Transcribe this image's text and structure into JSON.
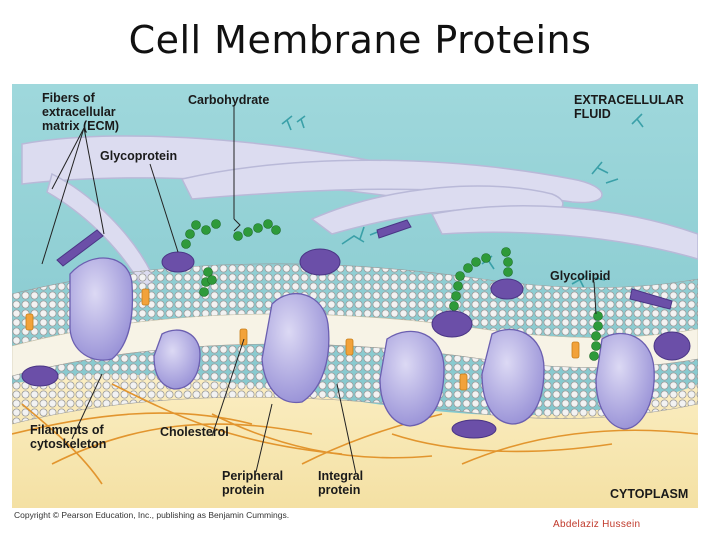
{
  "slide": {
    "title": "Cell Membrane Proteins",
    "author": "Abdelaziz  Hussein"
  },
  "figure": {
    "labels": {
      "fibers_line1": "Fibers of",
      "fibers_line2": "extracellular",
      "fibers_line3": "matrix (ECM)",
      "carbohydrate": "Carbohydrate",
      "glycoprotein": "Glycoprotein",
      "extracellular_line1": "EXTRACELLULAR",
      "extracellular_line2": "FLUID",
      "glycolipid": "Glycolipid",
      "filaments_line1": "Filaments of",
      "filaments_line2": "cytoskeleton",
      "cholesterol": "Cholesterol",
      "peripheral_line1": "Peripheral",
      "peripheral_line2": "protein",
      "integral_line1": "Integral",
      "integral_line2": "protein",
      "cytoplasm": "CYTOPLASM"
    },
    "copyright": "Copyright © Pearson Education, Inc., publishing as Benjamin Cummings.",
    "colors": {
      "extracellular_fluid": "#8fcfd3",
      "cytoplasm": "#f6e7b4",
      "lipid_heads": "#e6e6e6",
      "protein": "#b7b3e4",
      "protein_dark": "#6b4fa8",
      "carbohydrate_chain": "#2e9a3a",
      "cholesterol": "#f2a23a",
      "cytoskeleton": "#e2952e"
    }
  }
}
